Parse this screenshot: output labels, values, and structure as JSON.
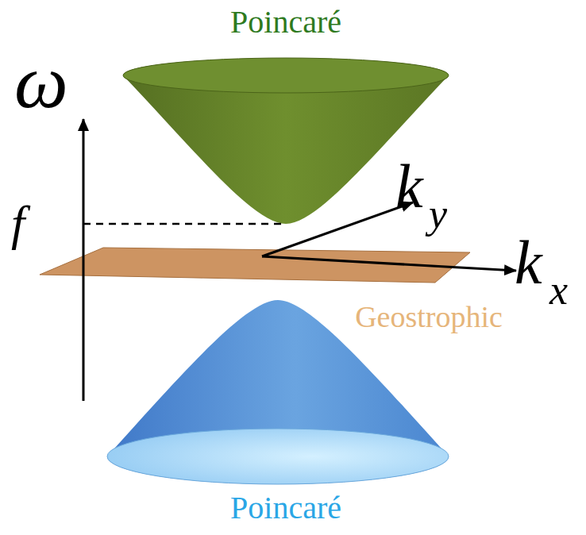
{
  "diagram": {
    "labels": [
      "Poincaré",
      "ω",
      "f",
      "k",
      "y",
      "k",
      "x",
      "Geostrophic",
      "Poincaré"
    ]
  }
}
